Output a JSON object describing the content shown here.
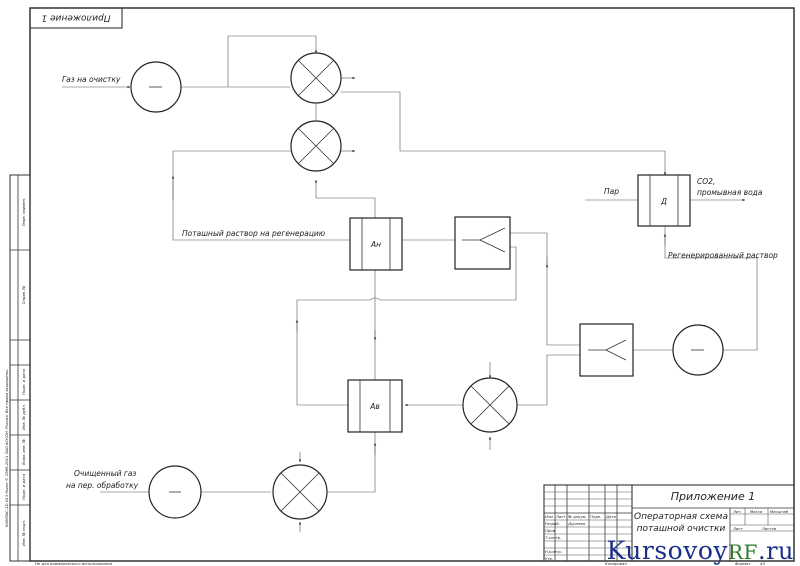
{
  "sheet": {
    "tag": "Приложение 1",
    "title_block_heading": "Приложение 1",
    "title_block_name_line1": "Операторная схема",
    "title_block_name_line2": "поташной очистки",
    "noncommercial": "Не для коммерческого использования",
    "copied": "Копировал",
    "format": "Формат",
    "format_value": "А3"
  },
  "labels": {
    "gas_in": "Газ на очистку",
    "clean_gas_line1": "Очищенный газ",
    "clean_gas_line2": "на пер. обработку",
    "potash_regen": "Поташный раствор на регенерацию",
    "steam": "Пар",
    "co2_line1": "СО2,",
    "co2_line2": "промывная вода",
    "regenerated": "Регенерированный раствор",
    "a_top": "Ан",
    "a_bottom": "Ав",
    "desorber": "Д"
  },
  "title_block": {
    "col_headers": [
      "Изм",
      "Лист",
      "№ докум.",
      "Подп.",
      "Дата"
    ],
    "roles": [
      "Разраб.",
      "Пров.",
      "Т.контр.",
      "",
      "Н.контр.",
      "Утв."
    ],
    "developer": "Дурнева",
    "stage_headers": [
      "Лит.",
      "Масса",
      "Масштаб"
    ],
    "sheet_label": "Лист",
    "sheets_label": "Листов"
  },
  "side_stamp": {
    "boxes": [
      "Перв. примен.",
      "Справ. №",
      "Подп. и дата",
      "Инв. № дубл.",
      "Взам. инв. №",
      "Подп. и дата",
      "Инв. № подл."
    ],
    "vertical_note": "КОМПАС-3D V13 Home © 1989-2011 ЗАО АСКОН. Россия. Все права защищены."
  },
  "watermark": {
    "prefix": "Kursovoy",
    "accent": "RF",
    "suffix": ".ru"
  }
}
